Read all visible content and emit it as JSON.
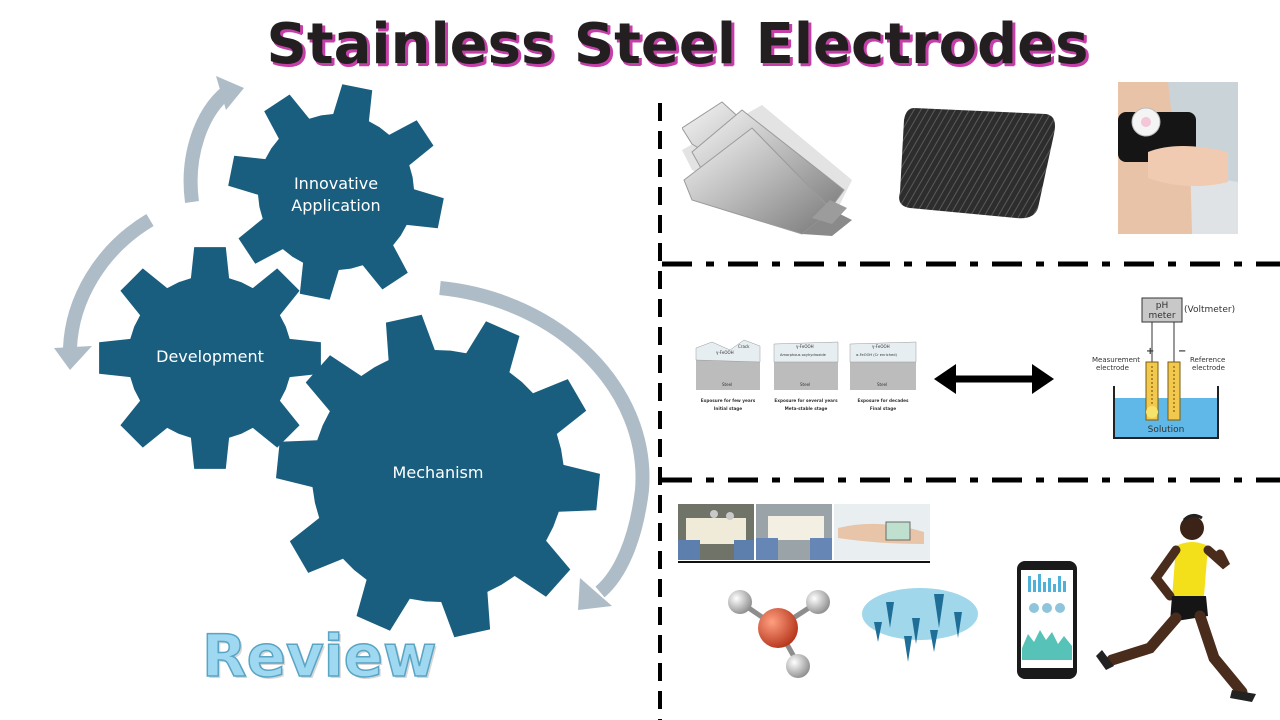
{
  "title": "Stainless Steel Electrodes",
  "subtitle": "Review",
  "gears": {
    "innovative_line1": "Innovative",
    "innovative_line2": "Application",
    "development": "Development",
    "mechanism": "Mechanism"
  },
  "colors": {
    "gear": "#1a5e7f",
    "arrow": "#aebcc7",
    "title_shadow": "#c43fa7",
    "review_fill": "#9ed8f1"
  },
  "corrosion_figure": {
    "stage1_top": "Crack",
    "stage1_layer": "γ-FeOOH",
    "stage2_layer": "Amorphous oxyhydroxide",
    "stage2_top": "γ-FeOOH",
    "stage3_layer": "α-FeOOH (Cr enriched)",
    "stage3_top": "γ-FeOOH",
    "steel": "Steel",
    "stage1_caption1": "Exposure for few years",
    "stage1_caption2": "Initial stage",
    "stage2_caption1": "Exposure for several years",
    "stage2_caption2": "Meta-stable stage",
    "stage3_caption1": "Exposure for decades",
    "stage3_caption2": "Final stage"
  },
  "ph_figure": {
    "meter_line1": "pH",
    "meter_line2": "meter",
    "voltmeter": "(Voltmeter)",
    "measurement_line1": "Measurement",
    "measurement_line2": "electrode",
    "reference_line1": "Reference",
    "reference_line2": "electrode",
    "solution": "Solution",
    "plus": "+",
    "minus": "−"
  },
  "icons": [
    "steel-bars-icon",
    "steel-mesh-fabric-icon",
    "arm-sensor-icon",
    "double-arrow-icon",
    "wearable-sensor-photos-icon",
    "water-molecule-icon",
    "microneedle-array-icon",
    "smartphone-icon",
    "runner-icon"
  ]
}
